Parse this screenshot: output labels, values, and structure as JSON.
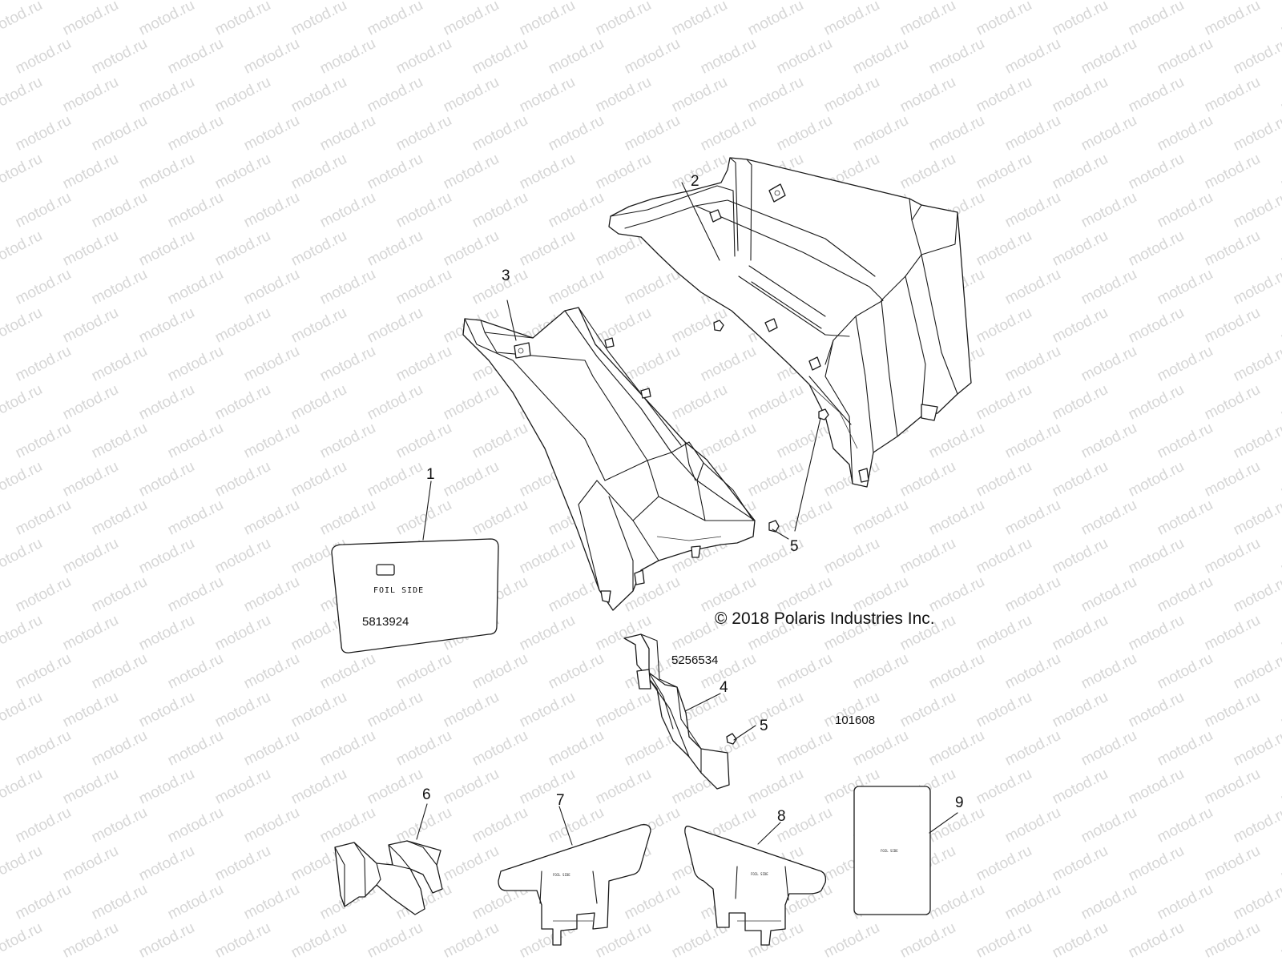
{
  "watermark": "motod.ru",
  "copyright": "© 2018 Polaris Industries Inc.",
  "figure_id": "101608",
  "callouts": {
    "c1": "1",
    "c2": "2",
    "c3": "3",
    "c4": "4",
    "c5a": "5",
    "c5b": "5",
    "c6": "6",
    "c7": "7",
    "c8": "8",
    "c9": "9"
  },
  "part_numbers": {
    "heat_shield_decal": "5813924",
    "bracket": "5256534"
  },
  "decal_text": {
    "foil_side": "FOIL SIDE",
    "foil_side_small_7": "FOIL SIDE",
    "foil_side_small_8": "FOIL SIDE",
    "foil_side_small_9": "FOIL SIDE"
  }
}
